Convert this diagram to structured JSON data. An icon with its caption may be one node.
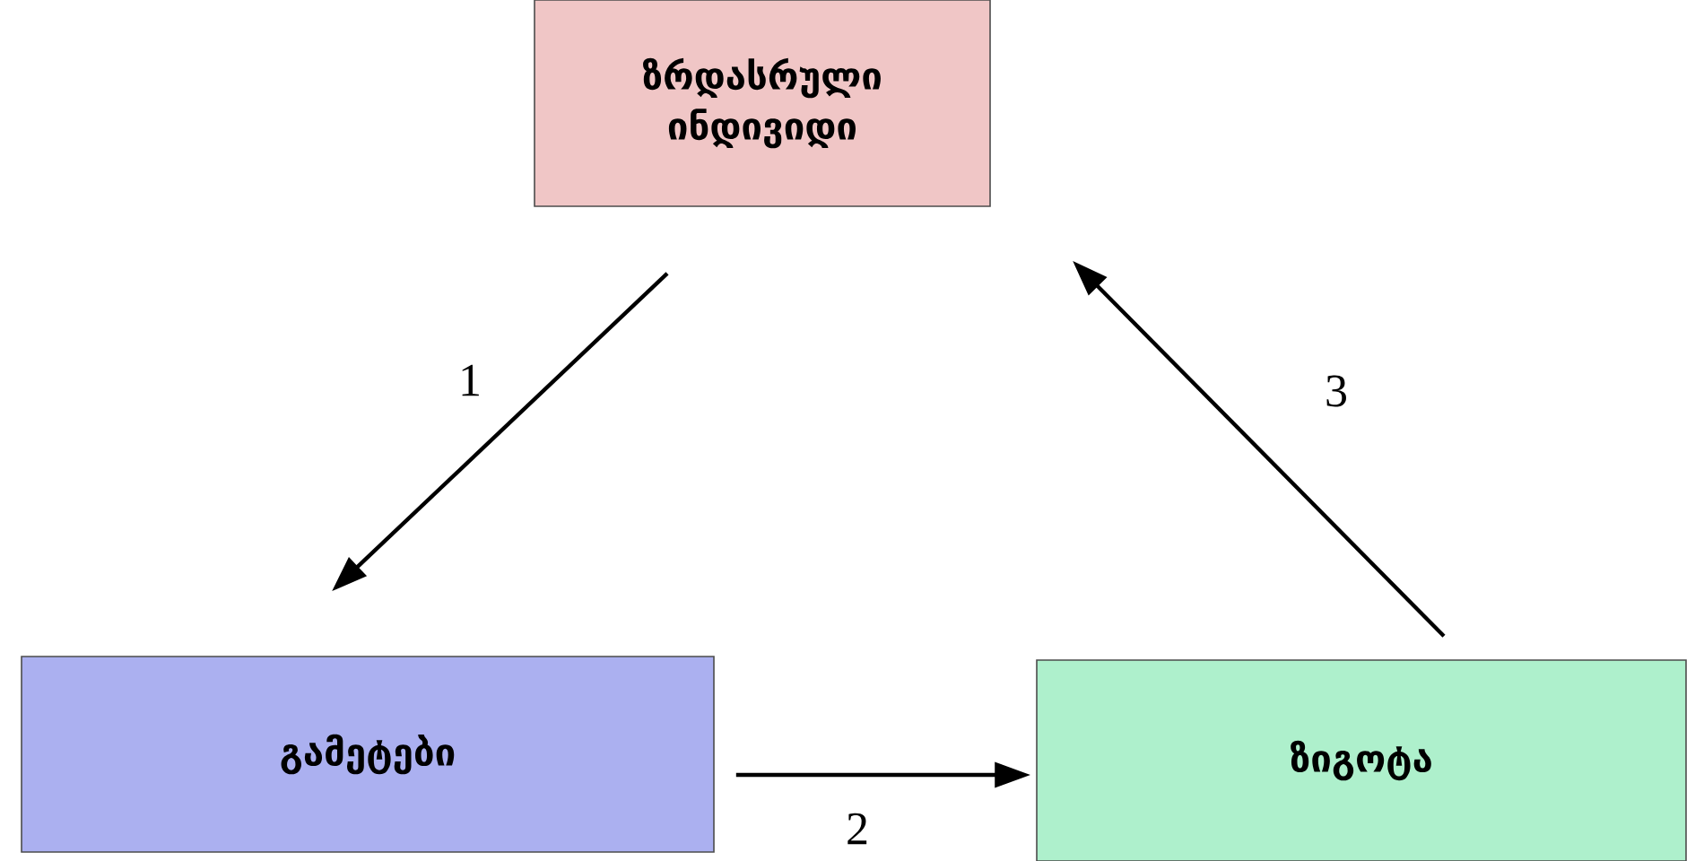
{
  "diagram": {
    "nodes": [
      {
        "text": [
          "ზრდასრული ინდივიდი"
        ]
      },
      {
        "text": [
          "გამეტები"
        ]
      },
      {
        "text": [
          "ზიგოტა"
        ]
      }
    ],
    "edges": [
      {
        "from": 0,
        "to": 1,
        "arrow": "to",
        "label": "1"
      },
      {
        "from": 1,
        "to": 2,
        "arrow": "to",
        "label": "2"
      },
      {
        "from": 2,
        "to": 0,
        "arrow": "to",
        "label": "3"
      }
    ]
  }
}
